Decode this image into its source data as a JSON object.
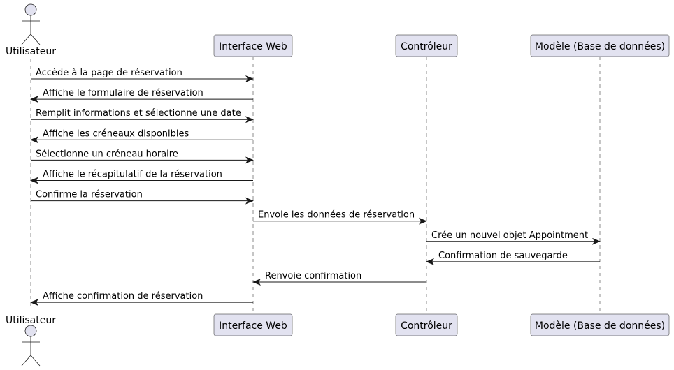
{
  "colors": {
    "participant_fill": "#E2E2F0",
    "participant_stroke": "#181818",
    "lifeline": "#181818",
    "arrow": "#181818",
    "text": "#000000"
  },
  "participants": [
    {
      "id": "user",
      "kind": "actor",
      "label": "Utilisateur",
      "icon": "actor-stick-figure-icon"
    },
    {
      "id": "web",
      "kind": "box",
      "label": "Interface Web"
    },
    {
      "id": "ctrl",
      "kind": "box",
      "label": "Contrôleur"
    },
    {
      "id": "model",
      "kind": "box",
      "label": "Modèle (Base de données)"
    }
  ],
  "messages": [
    {
      "from": "user",
      "to": "web",
      "label": "Accède à la page de réservation"
    },
    {
      "from": "web",
      "to": "user",
      "label": "Affiche le formulaire de réservation"
    },
    {
      "from": "user",
      "to": "web",
      "label": "Remplit informations et sélectionne une date"
    },
    {
      "from": "web",
      "to": "user",
      "label": "Affiche les créneaux disponibles"
    },
    {
      "from": "user",
      "to": "web",
      "label": "Sélectionne un créneau horaire"
    },
    {
      "from": "web",
      "to": "user",
      "label": "Affiche le récapitulatif de la réservation"
    },
    {
      "from": "user",
      "to": "web",
      "label": "Confirme la réservation"
    },
    {
      "from": "web",
      "to": "ctrl",
      "label": "Envoie les données de réservation"
    },
    {
      "from": "ctrl",
      "to": "model",
      "label": "Crée un nouvel objet Appointment"
    },
    {
      "from": "model",
      "to": "ctrl",
      "label": "Confirmation de sauvegarde"
    },
    {
      "from": "ctrl",
      "to": "web",
      "label": "Renvoie confirmation"
    },
    {
      "from": "web",
      "to": "user",
      "label": "Affiche confirmation de réservation"
    }
  ]
}
